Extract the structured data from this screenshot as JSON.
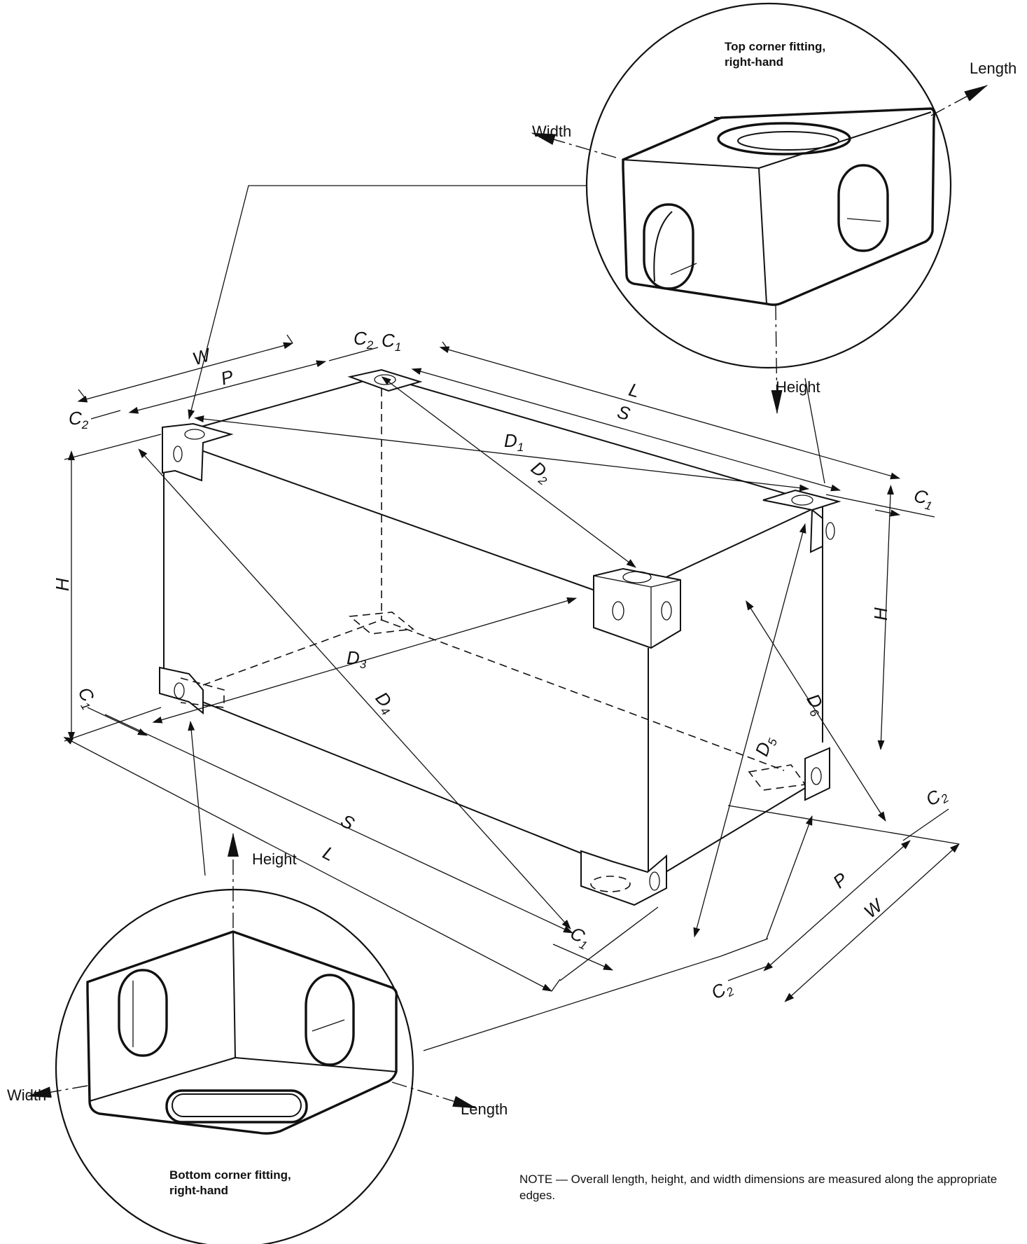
{
  "callouts": {
    "top_fitting": [
      "Top corner fitting,",
      "right-hand"
    ],
    "bottom_fitting": [
      "Bottom corner fitting,",
      "right-hand"
    ]
  },
  "axes": {
    "top": {
      "length": "Length",
      "width": "Width",
      "height": "Height"
    },
    "bottom": {
      "length": "Length",
      "width": "Width",
      "height": "Height"
    }
  },
  "dimensions": {
    "W": "W",
    "P": "P",
    "L": "L",
    "S": "S",
    "H": "H",
    "C1": "C",
    "C2": "C",
    "sub1": "1",
    "sub2": "2",
    "D": "D",
    "d1": "1",
    "d2": "2",
    "d3": "3",
    "d4": "4",
    "d5": "5",
    "d6": "6"
  },
  "note": "NOTE — Overall length, height, and width dimensions are measured along the appropriate edges."
}
